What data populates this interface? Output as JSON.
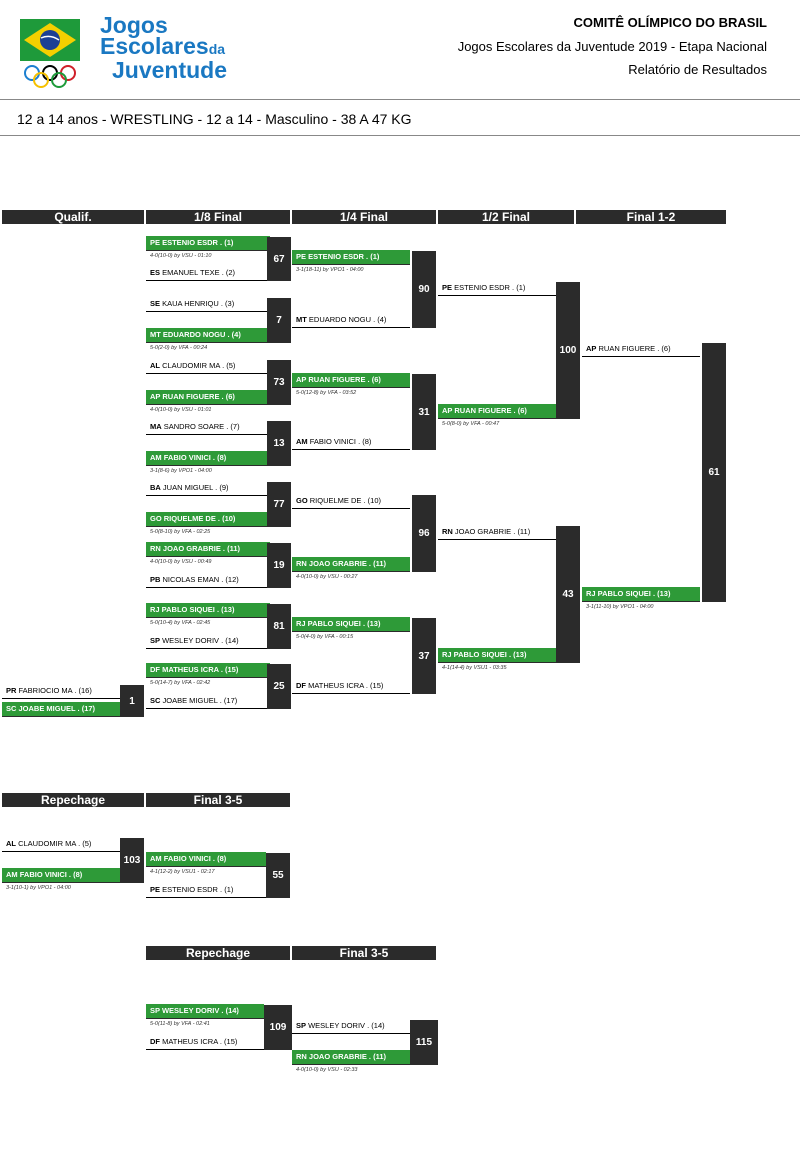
{
  "header": {
    "logo_text": [
      "Jogos",
      "Escolares",
      "da",
      "Juventude"
    ],
    "organization": "COMITÊ OLÍMPICO DO BRASIL",
    "event": "Jogos Escolares da Juventude 2019 - Etapa Nacional",
    "report": "Relatório de Resultados"
  },
  "subtitle": "12 a 14 anos - WRESTLING - 12 a 14 - Masculino - 38 A 47 KG",
  "colors": {
    "winner": "#2e9a38",
    "dark": "#2b2b2b",
    "flag_green": "#1e9a3a",
    "flag_yellow": "#f5d000",
    "flag_blue": "#1c3f94",
    "logo_blue": "#1a78c2"
  },
  "main_bracket": {
    "columns": [
      "Qualif.",
      "1/8 Final",
      "1/4 Final",
      "1/2 Final",
      "Final 1-2"
    ],
    "bouts": [
      {
        "num": "67",
        "top": {
          "st": "PE",
          "nm": "ESTENIO ESDR . (1)",
          "win": true
        },
        "det": "4-0(10-0) by VSU - 01:10",
        "bot": {
          "st": "ES",
          "nm": "EMANUEL TEXE . (2)",
          "win": false
        }
      },
      {
        "num": "7",
        "top": {
          "st": "SE",
          "nm": "KAUA HENRIQU . (3)",
          "win": false
        },
        "bot": {
          "st": "MT",
          "nm": "EDUARDO NOGU . (4)",
          "win": true
        },
        "det": "5-0(2-0) by VFA - 00:24"
      },
      {
        "num": "73",
        "top": {
          "st": "AL",
          "nm": "CLAUDOMIR MA . (5)",
          "win": false
        },
        "bot": {
          "st": "AP",
          "nm": "RUAN FIGUERE . (6)",
          "win": true
        },
        "det": "4-0(10-0) by VSU - 01:01"
      },
      {
        "num": "13",
        "top": {
          "st": "MA",
          "nm": "SANDRO SOARE . (7)",
          "win": false
        },
        "bot": {
          "st": "AM",
          "nm": "FABIO VINICI . (8)",
          "win": true
        },
        "det": "3-1(8-6) by VPO1 - 04:00"
      },
      {
        "num": "77",
        "top": {
          "st": "BA",
          "nm": "JUAN MIGUEL . (9)",
          "win": false
        },
        "bot": {
          "st": "GO",
          "nm": "RIQUELME DE . (10)",
          "win": true
        },
        "det": "5-0(8-10) by VFA - 02:25"
      },
      {
        "num": "19",
        "top": {
          "st": "RN",
          "nm": "JOAO GRABRIE . (11)",
          "win": true
        },
        "det": "4-0(10-0) by VSU - 00:49",
        "bot": {
          "st": "PB",
          "nm": "NICOLAS EMAN . (12)",
          "win": false
        }
      },
      {
        "num": "81",
        "top": {
          "st": "RJ",
          "nm": "PABLO SIQUEI . (13)",
          "win": true
        },
        "det": "5-0(10-4) by VFA - 02:45",
        "bot": {
          "st": "SP",
          "nm": "WESLEY DORIV . (14)",
          "win": false
        }
      },
      {
        "num": "25",
        "top": {
          "st": "DF",
          "nm": "MATHEUS ICRA . (15)",
          "win": true
        },
        "det": "5-0(14-7) by VFA - 02:42",
        "bot": {
          "st": "SC",
          "nm": "JOABE MIGUEL . (17)",
          "win": false
        }
      },
      {
        "num": "1",
        "top": {
          "st": "PR",
          "nm": "FABRIOCIO MA . (16)",
          "win": false
        },
        "bot": {
          "st": "SC",
          "nm": "JOABE MIGUEL . (17)",
          "win": true
        }
      },
      {
        "num": "90",
        "top": {
          "st": "PE",
          "nm": "ESTENIO ESDR . (1)",
          "win": true
        },
        "det": "3-1(18-11) by VPO1 - 04:00",
        "bot": {
          "st": "MT",
          "nm": "EDUARDO NOGU . (4)",
          "win": false
        }
      },
      {
        "num": "31",
        "top": {
          "st": "AP",
          "nm": "RUAN FIGUERE . (6)",
          "win": true
        },
        "det": "5-0(12-8) by VFA - 03:52",
        "bot": {
          "st": "AM",
          "nm": "FABIO VINICI . (8)",
          "win": false
        }
      },
      {
        "num": "96",
        "top": {
          "st": "GO",
          "nm": "RIQUELME DE . (10)",
          "win": false
        },
        "bot": {
          "st": "RN",
          "nm": "JOAO GRABRIE . (11)",
          "win": true
        },
        "det": "4-0(10-0) by VSU - 00:27"
      },
      {
        "num": "37",
        "top": {
          "st": "RJ",
          "nm": "PABLO SIQUEI . (13)",
          "win": true
        },
        "det": "5-0(4-0) by VFA - 00:15",
        "bot": {
          "st": "DF",
          "nm": "MATHEUS ICRA . (15)",
          "win": false
        }
      },
      {
        "num": "100",
        "top": {
          "st": "PE",
          "nm": "ESTENIO ESDR . (1)",
          "win": false
        },
        "bot": {
          "st": "AP",
          "nm": "RUAN FIGUERE . (6)",
          "win": true
        },
        "det": "5-0(8-0) by VFA - 00:47"
      },
      {
        "num": "43",
        "top": {
          "st": "RN",
          "nm": "JOAO GRABRIE . (11)",
          "win": false
        },
        "bot": {
          "st": "RJ",
          "nm": "PABLO SIQUEI . (13)",
          "win": true
        },
        "det": "4-1(14-4) by VSU1 - 03:35"
      },
      {
        "num": "61",
        "top": {
          "st": "AP",
          "nm": "RUAN FIGUERE . (6)",
          "win": false
        },
        "bot": {
          "st": "RJ",
          "nm": "PABLO SIQUEI . (13)",
          "win": true
        },
        "det": "3-1(11-10) by VPO1 - 04:00"
      }
    ]
  },
  "repechage_1": {
    "columns": [
      "Repechage",
      "Final 3-5"
    ],
    "bouts": [
      {
        "num": "103",
        "top": {
          "st": "AL",
          "nm": "CLAUDOMIR MA . (5)",
          "win": false
        },
        "bot": {
          "st": "AM",
          "nm": "FABIO VINICI . (8)",
          "win": true
        },
        "det": "3-1(10-1) by VPO1 - 04:00"
      },
      {
        "num": "55",
        "top": {
          "st": "AM",
          "nm": "FABIO VINICI . (8)",
          "win": true
        },
        "det": "4-1(12-2) by VSU1 - 02:17",
        "bot": {
          "st": "PE",
          "nm": "ESTENIO ESDR . (1)",
          "win": false
        }
      }
    ]
  },
  "repechage_2": {
    "columns": [
      "Repechage",
      "Final 3-5"
    ],
    "bouts": [
      {
        "num": "109",
        "top": {
          "st": "SP",
          "nm": "WESLEY DORIV . (14)",
          "win": true
        },
        "det": "5-0(11-8) by VFA - 02:41",
        "bot": {
          "st": "DF",
          "nm": "MATHEUS ICRA . (15)",
          "win": false
        }
      },
      {
        "num": "115",
        "top": {
          "st": "SP",
          "nm": "WESLEY DORIV . (14)",
          "win": false
        },
        "bot": {
          "st": "RN",
          "nm": "JOAO GRABRIE . (11)",
          "win": true
        },
        "det": "4-0(10-0) by VSU - 02:33"
      }
    ]
  }
}
